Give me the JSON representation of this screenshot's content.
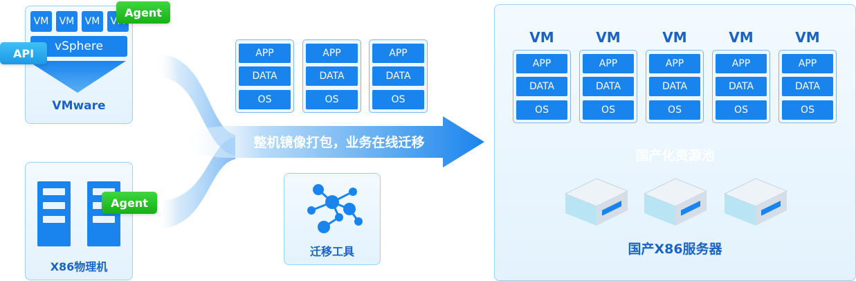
{
  "vmware_box": {
    "vm_labels": [
      "VM",
      "VM",
      "VM",
      "VM"
    ],
    "vsphere": "vSphere",
    "title": "VMware",
    "api_badge": "API",
    "agent_badge": "Agent"
  },
  "x86_box": {
    "title": "X86物理机",
    "agent_badge": "Agent"
  },
  "middle": {
    "stacks": [
      {
        "layers": [
          "APP",
          "DATA",
          "OS"
        ]
      },
      {
        "layers": [
          "APP",
          "DATA",
          "OS"
        ]
      },
      {
        "layers": [
          "APP",
          "DATA",
          "OS"
        ]
      }
    ],
    "arrow_label": "整机镜像打包，业务在线迁移",
    "tool_label": "迁移工具"
  },
  "target": {
    "vms": [
      {
        "title": "VM",
        "layers": [
          "APP",
          "DATA",
          "OS"
        ]
      },
      {
        "title": "VM",
        "layers": [
          "APP",
          "DATA",
          "OS"
        ]
      },
      {
        "title": "VM",
        "layers": [
          "APP",
          "DATA",
          "OS"
        ]
      },
      {
        "title": "VM",
        "layers": [
          "APP",
          "DATA",
          "OS"
        ]
      },
      {
        "title": "VM",
        "layers": [
          "APP",
          "DATA",
          "OS"
        ]
      }
    ],
    "pool_label": "国产化资源池",
    "servers_label": "国产X86服务器"
  },
  "colors": {
    "primary_blue": "#1a84ee",
    "label_blue": "#1a63c2",
    "agent_green": "#22bb22",
    "api_cyan": "#2aa9ee",
    "panel_border": "#9ed0f2"
  },
  "icons": [
    "network-nodes-icon",
    "server-icon",
    "rack-server-icon",
    "arrow-right-icon"
  ]
}
